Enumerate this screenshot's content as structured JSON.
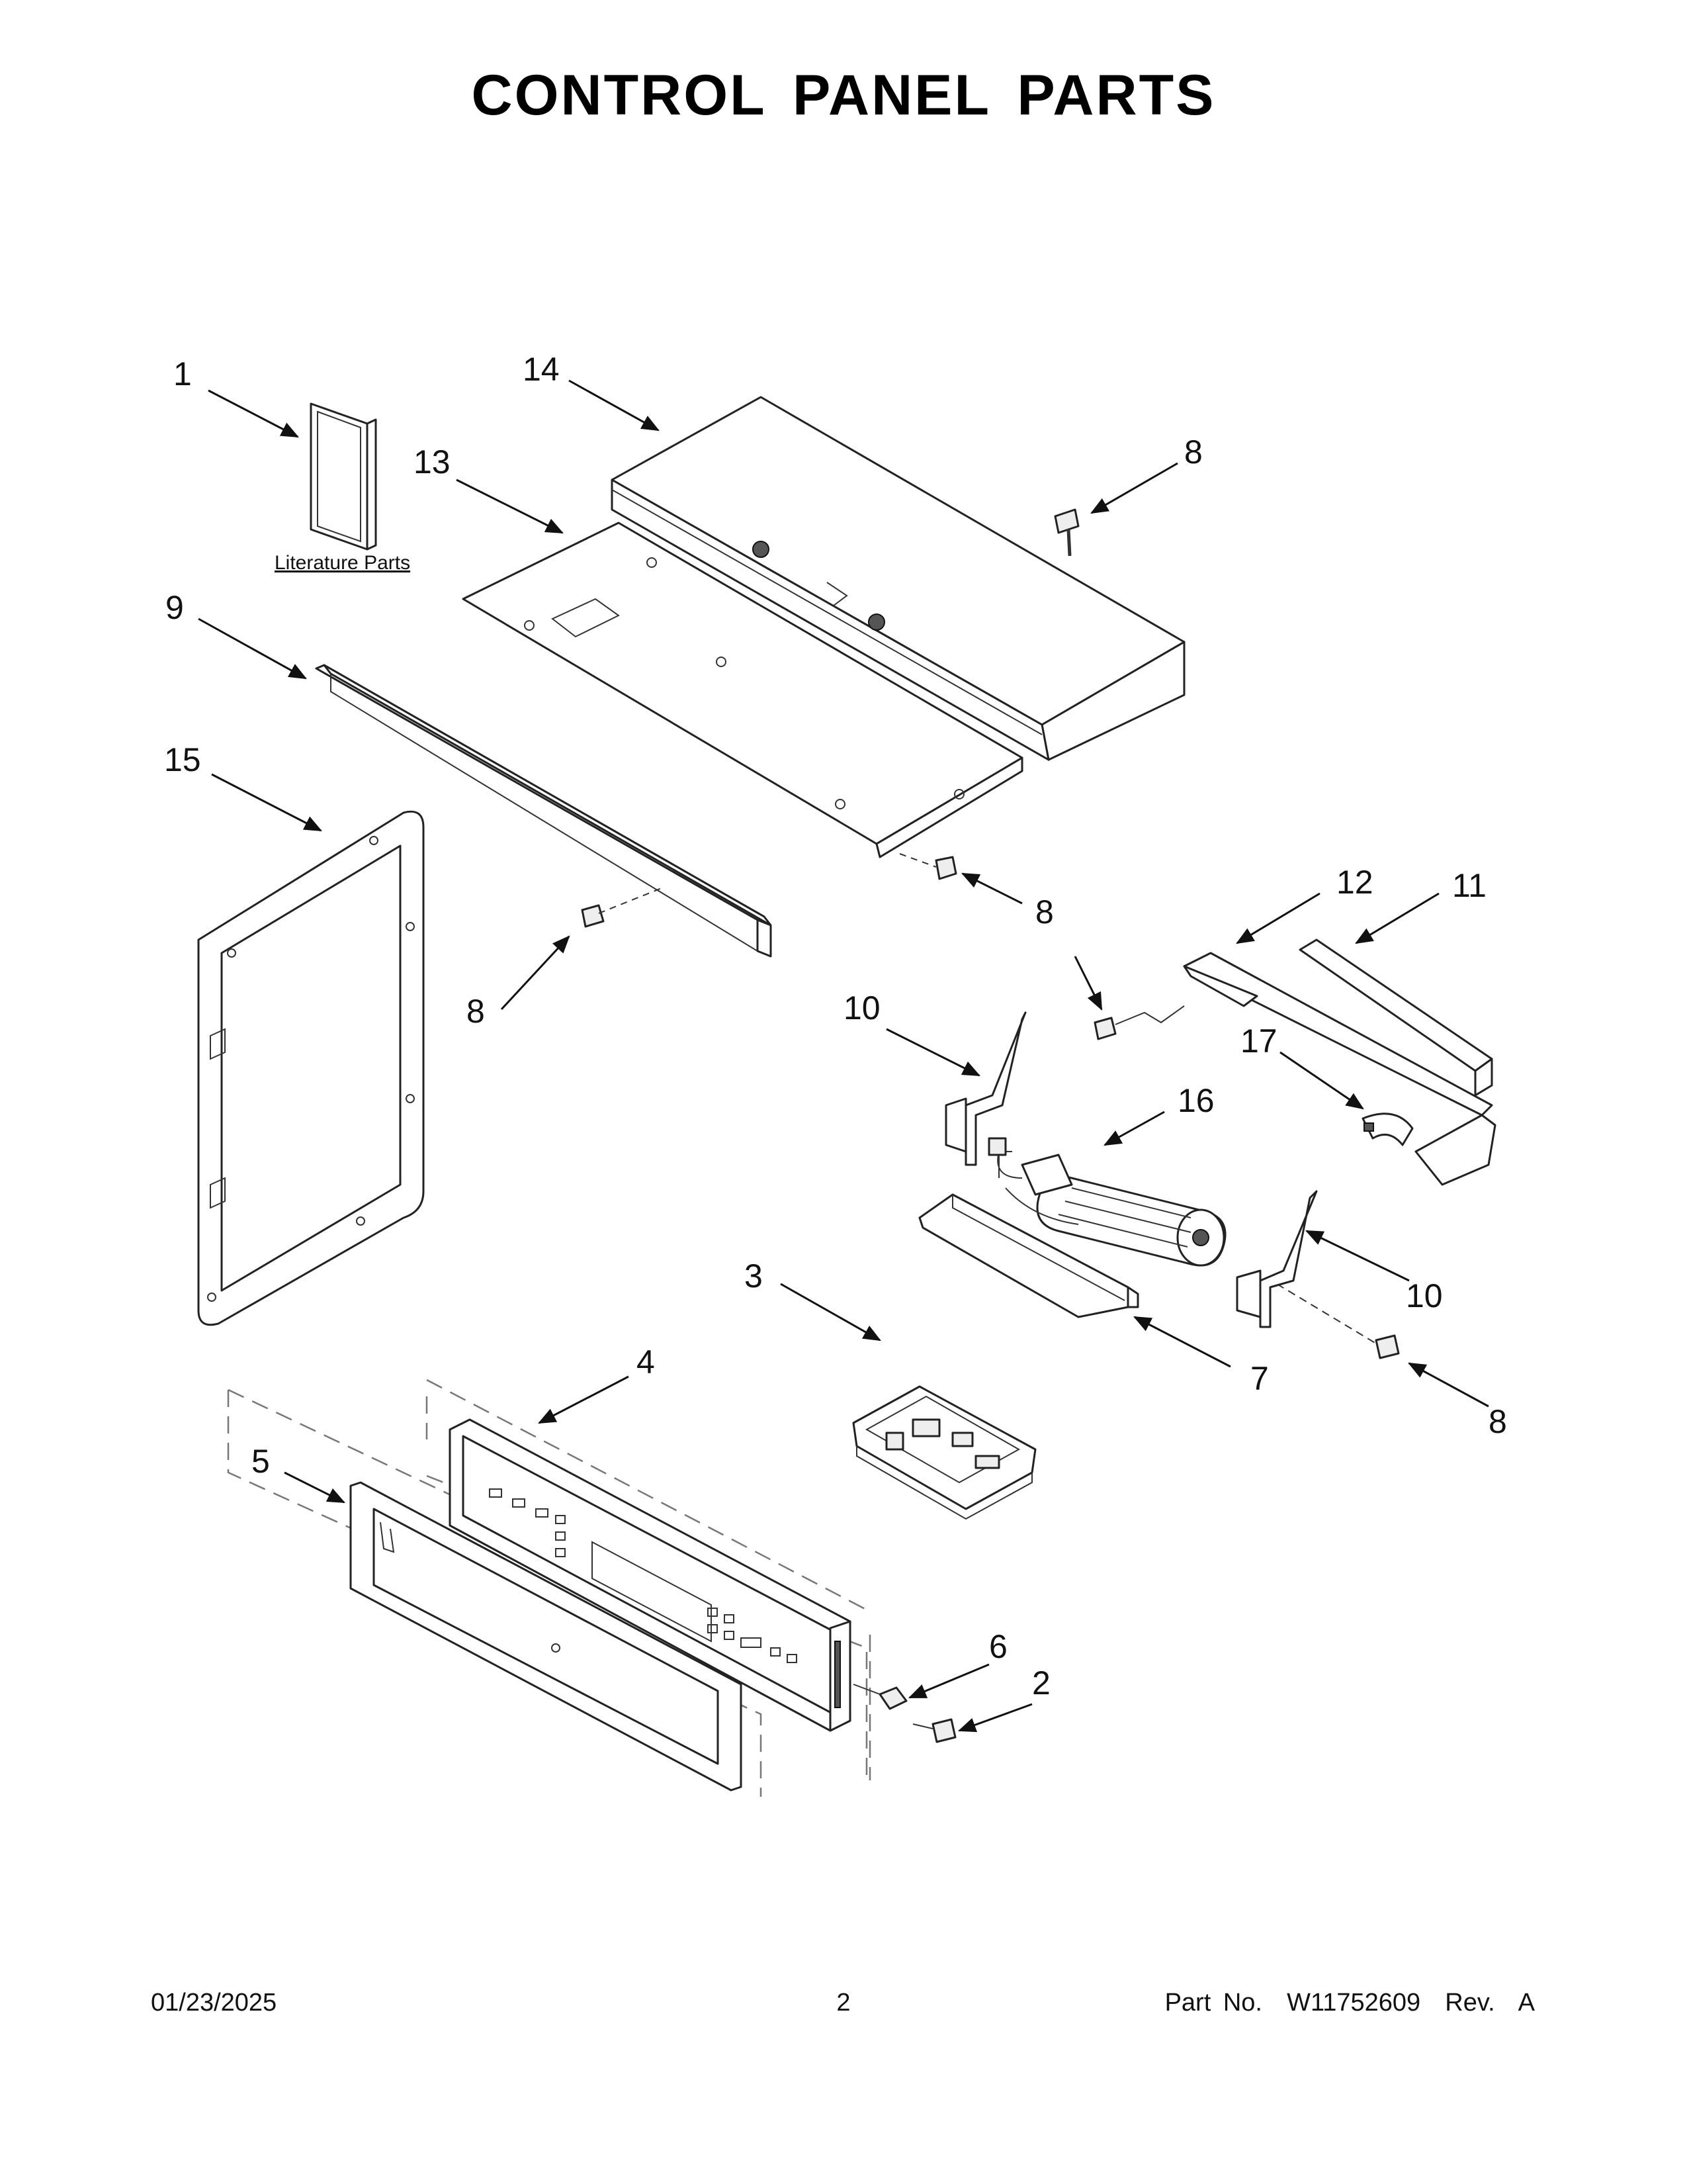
{
  "header": {
    "title": "CONTROL PANEL PARTS"
  },
  "literature_label": "Literature Parts",
  "callouts": [
    {
      "id": "c1",
      "label": "1"
    },
    {
      "id": "c14",
      "label": "14"
    },
    {
      "id": "c8a",
      "label": "8"
    },
    {
      "id": "c13",
      "label": "13"
    },
    {
      "id": "c9",
      "label": "9"
    },
    {
      "id": "c15",
      "label": "15"
    },
    {
      "id": "c8b",
      "label": "8"
    },
    {
      "id": "c8c",
      "label": "8"
    },
    {
      "id": "c12",
      "label": "12"
    },
    {
      "id": "c11",
      "label": "11"
    },
    {
      "id": "c10a",
      "label": "10"
    },
    {
      "id": "c17",
      "label": "17"
    },
    {
      "id": "c16",
      "label": "16"
    },
    {
      "id": "c10b",
      "label": "10"
    },
    {
      "id": "c3",
      "label": "3"
    },
    {
      "id": "c7",
      "label": "7"
    },
    {
      "id": "c8d",
      "label": "8"
    },
    {
      "id": "c4",
      "label": "4"
    },
    {
      "id": "c5",
      "label": "5"
    },
    {
      "id": "c6",
      "label": "6"
    },
    {
      "id": "c2",
      "label": "2"
    }
  ],
  "footer": {
    "date": "01/23/2025",
    "page": "2",
    "part_number": "Part No.  W11752609  Rev.  A"
  }
}
